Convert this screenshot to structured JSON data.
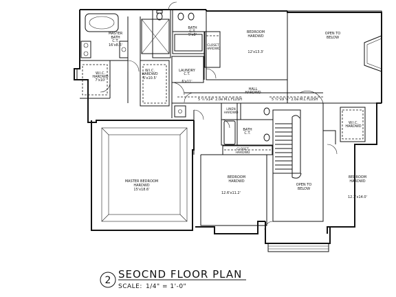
{
  "rooms": {
    "master_bath": {
      "name": "MASTER",
      "line2": "BATH",
      "floor": "C.T.",
      "size": "16'x8.6'"
    },
    "bath_top": {
      "name": "BATH",
      "floor": "C.T.",
      "size": "5'x8'"
    },
    "bedroom_top": {
      "name": "BEDROOM",
      "floor": "HARDWD",
      "size": "12'x13.3'"
    },
    "open_below_top": {
      "line1": "OPEN TO",
      "line2": "BELOW"
    },
    "closet_top": {
      "name": "CLOSET",
      "floor": "HARDWD"
    },
    "wic_left": {
      "name": "W.I.C.",
      "floor": "HARDWD",
      "size": "7'x10'"
    },
    "wic_mid": {
      "name": "W.I.C.",
      "floor": "HARDWD",
      "size": "5'x10.5'"
    },
    "laundry": {
      "name": "LAUNDRY",
      "floor": "C.T.",
      "size": "6'x11'"
    },
    "hall": {
      "name": "HALL",
      "floor": "HARDWD"
    },
    "linen": {
      "name": "LINEN",
      "floor": "HARDWD"
    },
    "bath_mid": {
      "name": "BATH",
      "floor": "C.T."
    },
    "closet_mid": {
      "name": "CLOSET",
      "floor": "HARDWD"
    },
    "wic_right": {
      "name": "W.I.C.",
      "floor": "HARDWD"
    },
    "master_bedroom": {
      "name": "MASTER BEDROOM",
      "floor": "HARDWD",
      "size": "15'x18.6'"
    },
    "bedroom_mid": {
      "name": "BEDROOM",
      "floor": "HARDWD",
      "size": "12.6'x11.2'"
    },
    "open_below_mid": {
      "line1": "OPEN TO",
      "line2": "BELOW"
    },
    "bedroom_right": {
      "name": "BEDROOM",
      "floor": "HARDWD",
      "size": "12.3'x14.0'"
    }
  },
  "notes": {
    "flush_left": "5 ¼\"x14\" 2.0e M.L FLUSH",
    "flush_right": "5 ¼\"x9 ¼\" 2.0e M.L FLUSH"
  },
  "title_block": {
    "number": "2",
    "title": "SEOCND FLOOR PLAN",
    "scale_label": "SCALE:",
    "scale_value": "1/4\" = 1'-0\""
  }
}
